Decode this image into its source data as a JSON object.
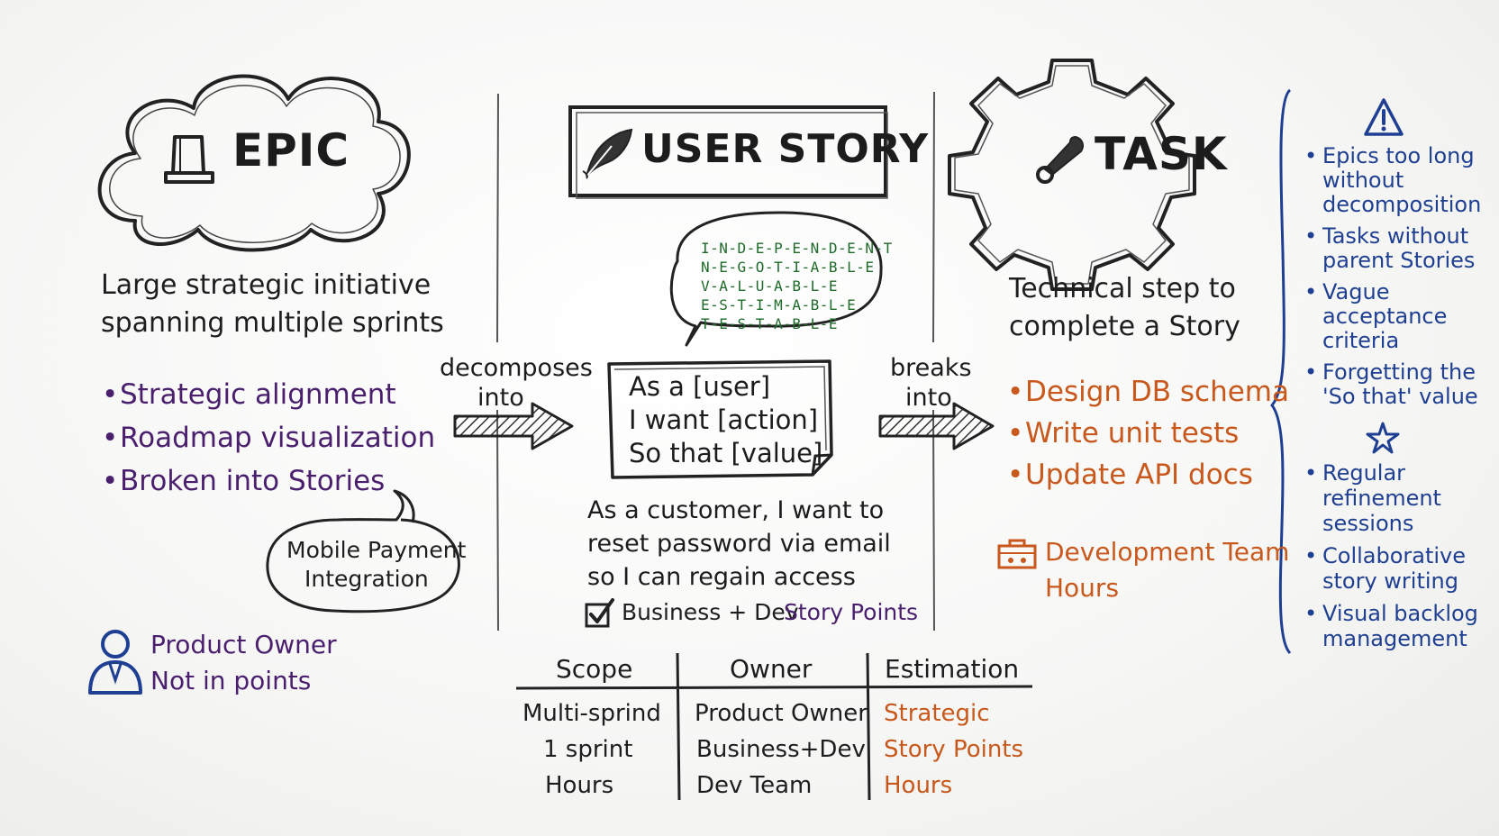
{
  "epic": {
    "title": "EPIC",
    "description_line1": "Large strategic initiative",
    "description_line2": "spanning multiple sprints",
    "bullets": [
      "Strategic alignment",
      "Roadmap visualization",
      "Broken into Stories"
    ],
    "example_line1": "Mobile Payment",
    "example_line2": "Integration",
    "owner": "Product Owner",
    "estimation": "Not in points"
  },
  "arrows": {
    "decomposes_line1": "decomposes",
    "decomposes_line2": "into",
    "breaks_line1": "breaks",
    "breaks_line2": "into"
  },
  "story": {
    "title": "USER STORY",
    "invest": [
      "I-N-D-E-P-E-N-D-E-N-T",
      "N-E-G-O-T-I-A-B-L-E",
      "V-A-L-U-A-B-L-E",
      "E-S-T-I-M-A-B-L-E",
      "T-E-S-T-A-B-L-E"
    ],
    "template": [
      "As a [user]",
      "I want [action]",
      "So that [value]"
    ],
    "example": [
      "As a customer, I want to",
      "reset password via email",
      "so I can regain access"
    ],
    "owner": "Business + Dev",
    "estimation": "Story Points"
  },
  "task": {
    "title": "TASK",
    "description_line1": "Technical step to",
    "description_line2": "complete a Story",
    "bullets": [
      "Design DB schema",
      "Write unit tests",
      "Update API docs"
    ],
    "owner_line1": "Development Team",
    "owner_line2": "Hours"
  },
  "sidebar": {
    "pitfalls": [
      "Epics too long without decomposition",
      "Tasks without parent Stories",
      "Vague acceptance criteria",
      "Forgetting the 'So that' value"
    ],
    "practices": [
      "Regular refinement sessions",
      "Collaborative story writing",
      "Visual backlog management"
    ]
  },
  "table": {
    "headers": [
      "Scope",
      "Owner",
      "Estimation"
    ],
    "rows": [
      [
        "Multi-sprind",
        "Product Owner",
        "Strategic"
      ],
      [
        "1 sprint",
        "Business+Dev",
        "Story Points"
      ],
      [
        "Hours",
        "Dev Team",
        "Hours"
      ]
    ]
  },
  "colors": {
    "ink": "#1c1c1c",
    "purple": "#4a1f6e",
    "orange": "#c8581b",
    "blue": "#1f3f92",
    "green": "#1e6b2a"
  }
}
